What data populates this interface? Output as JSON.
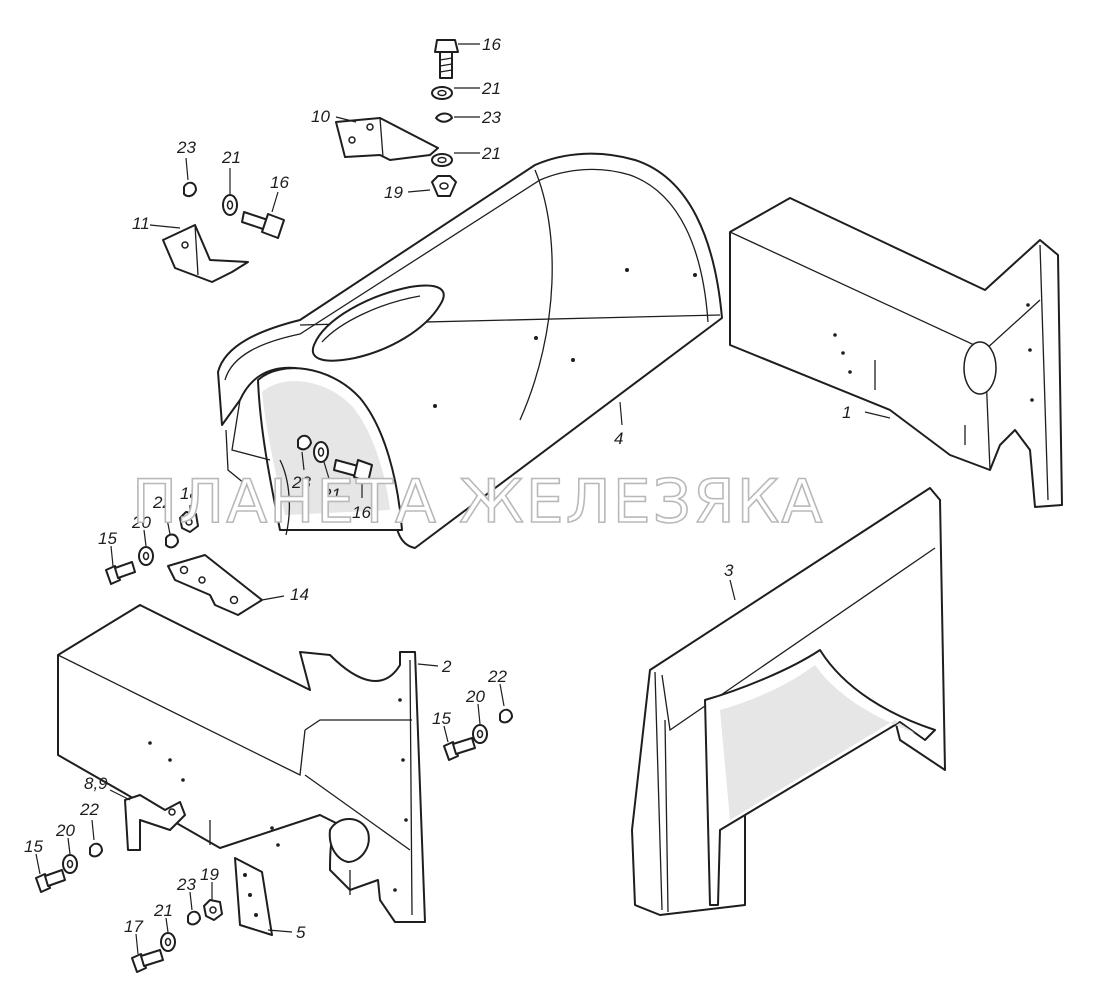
{
  "watermark": "ПЛАНЕТА ЖЕЛЕЗЯКА",
  "callouts": {
    "c1": "1",
    "c2": "2",
    "c3": "3",
    "c4": "4",
    "c5": "5",
    "c89": "8,9",
    "c10": "10",
    "c11": "11",
    "c14": "14",
    "c15a": "15",
    "c15b": "15",
    "c15c": "15",
    "c16a": "16",
    "c16b": "16",
    "c16c": "16",
    "c17": "17",
    "c18": "18",
    "c19a": "19",
    "c19b": "19",
    "c20a": "20",
    "c20b": "20",
    "c20c": "20",
    "c21a": "21",
    "c21b": "21",
    "c21c": "21",
    "c21d": "21",
    "c21e": "21",
    "c22a": "22",
    "c22b": "22",
    "c22c": "22",
    "c23a": "23",
    "c23b": "23",
    "c23c": "23",
    "c23d": "23"
  }
}
